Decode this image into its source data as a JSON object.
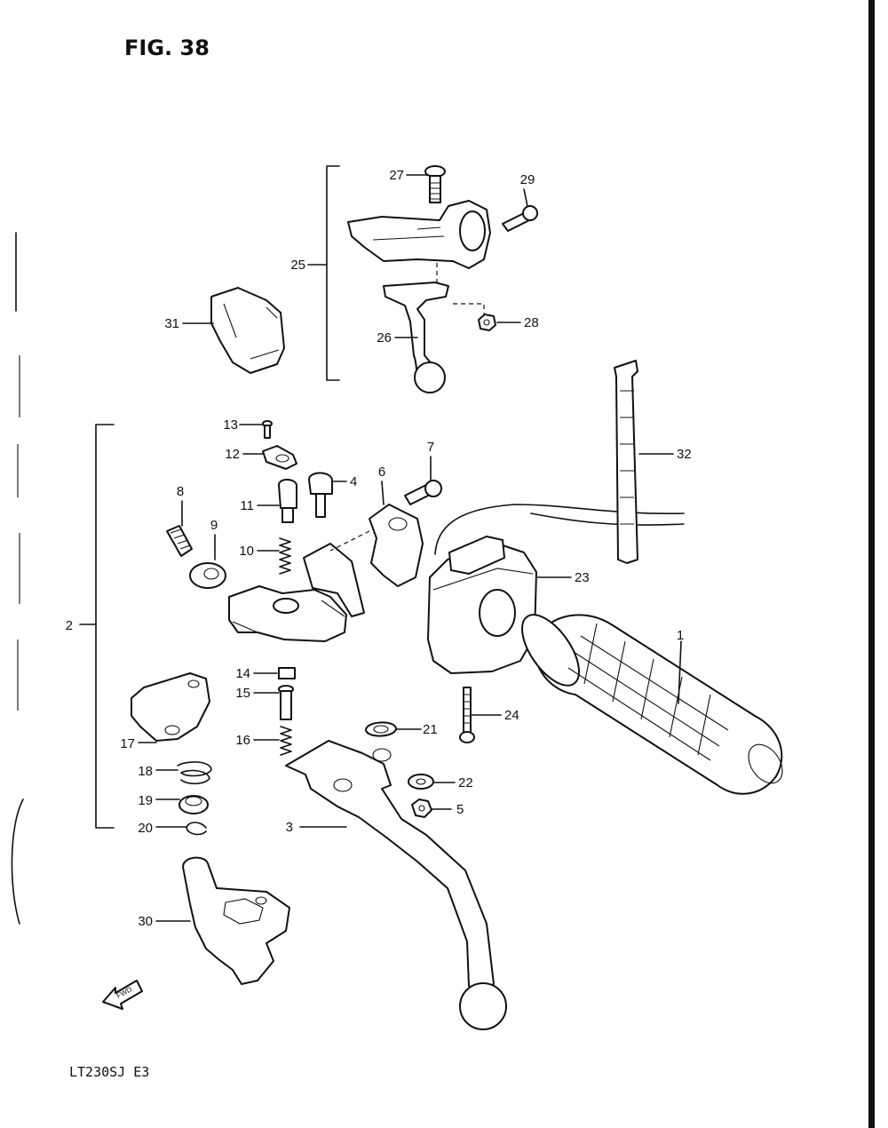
{
  "figure": {
    "title": "FIG. 38",
    "model_code": "LT230SJ  E3",
    "fwd_label": "FWD"
  },
  "callouts": {
    "c1": "1",
    "c2": "2",
    "c3": "3",
    "c4": "4",
    "c5": "5",
    "c6": "6",
    "c7": "7",
    "c8": "8",
    "c9": "9",
    "c10": "10",
    "c11": "11",
    "c12": "12",
    "c13": "13",
    "c14": "14",
    "c15": "15",
    "c16": "16",
    "c17": "17",
    "c18": "18",
    "c19": "19",
    "c20": "20",
    "c21": "21",
    "c22": "22",
    "c23": "23",
    "c24": "24",
    "c25": "25",
    "c26": "26",
    "c27": "27",
    "c28": "28",
    "c29": "29",
    "c30": "30",
    "c31": "31",
    "c32": "32"
  }
}
